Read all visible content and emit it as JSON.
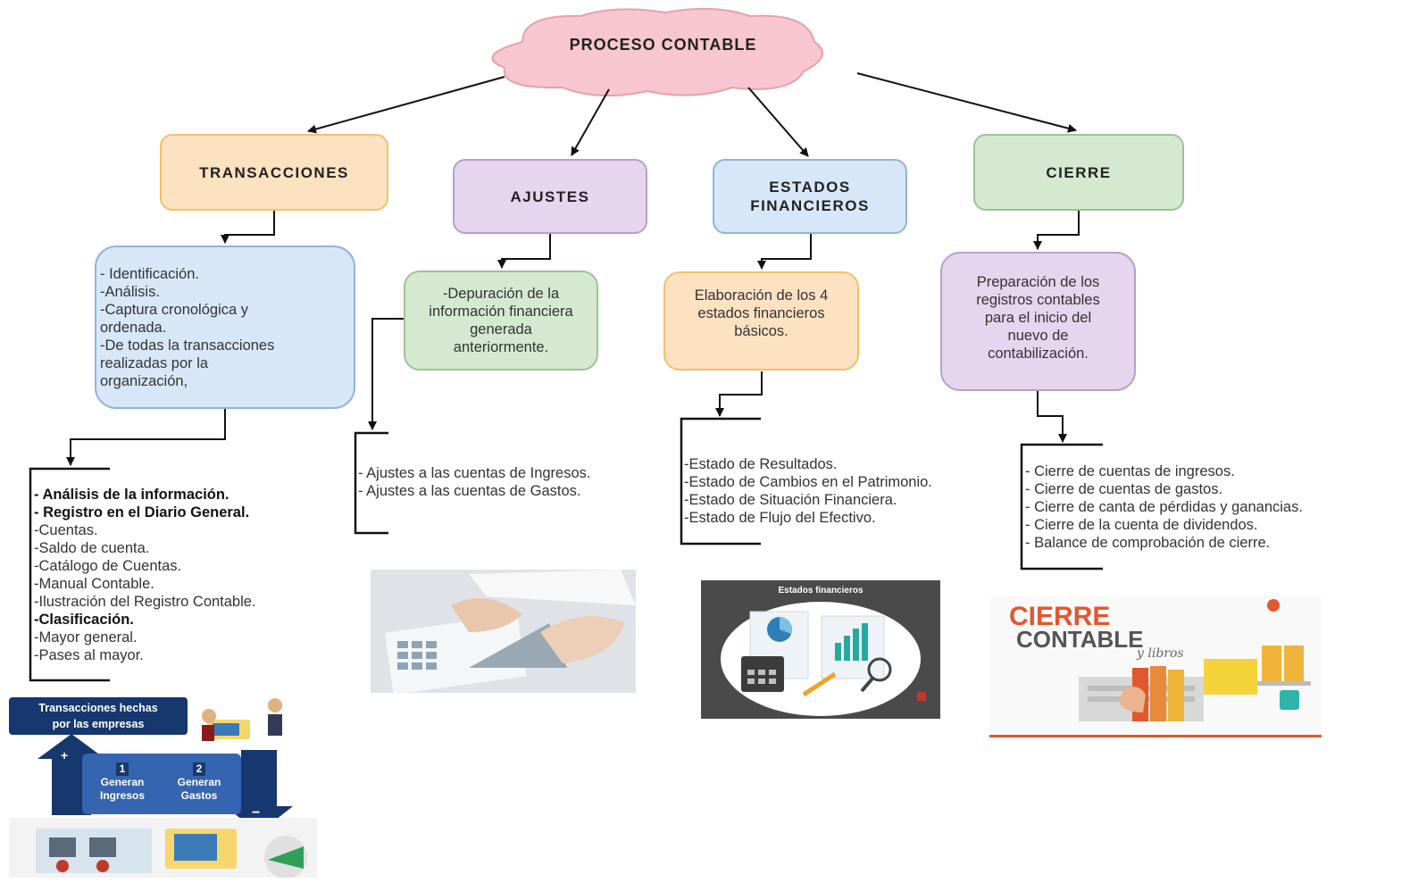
{
  "root": {
    "title": "PROCESO CONTABLE"
  },
  "columns": {
    "transacciones": {
      "title": "TRANSACCIONES",
      "desc": [
        "- Identificación.",
        "-Análisis.",
        "-Captura cronológica y",
        "ordenada.",
        "-De todas la transacciones",
        "realizadas por la",
        "organización,"
      ],
      "list": [
        {
          "text": "- Análisis de la información.",
          "bold": true
        },
        {
          "text": "- Registro en el Diario General.",
          "bold": true
        },
        {
          "text": "-Cuentas.",
          "bold": false
        },
        {
          "text": "-Saldo de cuenta.",
          "bold": false
        },
        {
          "text": "-Catálogo de Cuentas.",
          "bold": false
        },
        {
          "text": "-Manual Contable.",
          "bold": false
        },
        {
          "text": "-Ilustración del Registro Contable.",
          "bold": false
        },
        {
          "text": "-Clasificación.",
          "bold": true
        },
        {
          "text": "-Mayor general.",
          "bold": false
        },
        {
          "text": "-Pases al mayor.",
          "bold": false
        }
      ]
    },
    "ajustes": {
      "title": "AJUSTES",
      "desc": [
        "-Depuración de la",
        "información financiera",
        "generada",
        "anteriormente."
      ],
      "list": [
        "- Ajustes a las cuentas de Ingresos.",
        "- Ajustes a las cuentas de Gastos."
      ]
    },
    "estados": {
      "title": [
        "ESTADOS",
        "FINANCIEROS"
      ],
      "desc": [
        "Elaboración de los 4",
        "estados financieros",
        "básicos."
      ],
      "list": [
        "-Estado de Resultados.",
        "-Estado de Cambios en el Patrimonio.",
        "-Estado de Situación Financiera.",
        "-Estado de Flujo del Efectivo."
      ]
    },
    "cierre": {
      "title": "CIERRE",
      "desc": [
        "Preparación de los",
        "registros contables",
        "para el inicio del",
        "nuevo de",
        "contabilización."
      ],
      "list": [
        "- Cierre de cuentas de ingresos.",
        "- Cierre de cuentas de gastos.",
        "- Cierre de canta de pérdidas y ganancias.",
        "- Cierre de la cuenta de dividendos.",
        "- Balance de comprobación de cierre."
      ]
    }
  },
  "images": {
    "transacciones": {
      "banner": [
        "Transacciones hechas",
        "por las empresas"
      ],
      "plus": "+",
      "minus": "−",
      "step1": {
        "num": "1",
        "label": [
          "Generan",
          "Ingresos"
        ]
      },
      "step2": {
        "num": "2",
        "label": [
          "Generan",
          "Gastos"
        ]
      }
    },
    "estados": {
      "caption": "Estados financieros"
    },
    "cierre": {
      "line1": "CIERRE",
      "line2": "CONTABLE",
      "script": "y libros"
    }
  },
  "colors": {
    "cloud": "#f8c6cf",
    "orange": "#fde2c2",
    "purple": "#e6d5ee",
    "blue": "#d8e7f8",
    "green": "#d5e9d1",
    "navy": "#16386e",
    "cierre_red": "#e2572d"
  }
}
